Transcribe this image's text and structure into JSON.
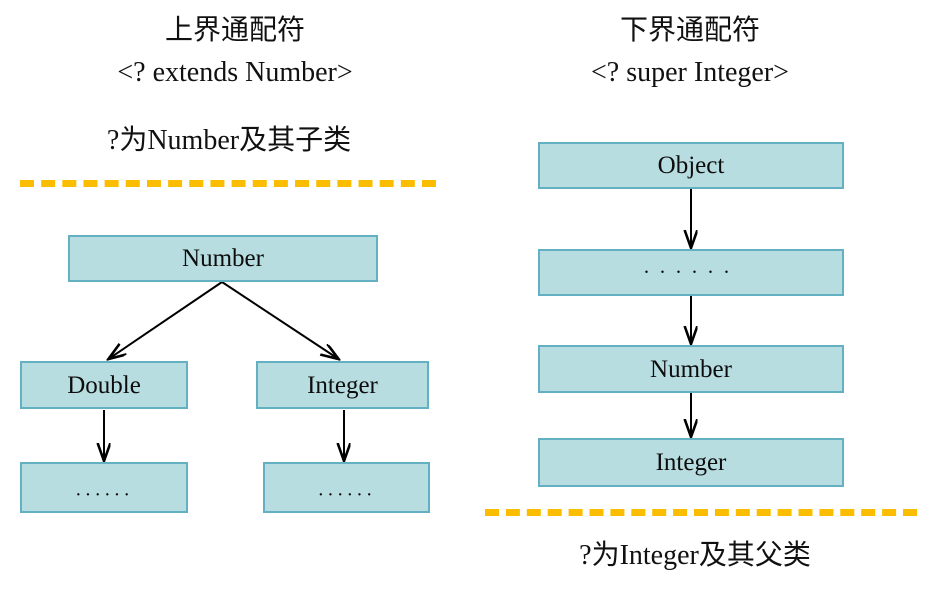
{
  "left": {
    "title_line1": "上界通配符",
    "title_line2": "<? extends Number>",
    "subtitle": "?为Number及其子类",
    "divider_color": "#fbbd00",
    "nodes": {
      "root": "Number",
      "child_left": "Double",
      "child_right": "Integer",
      "leaf_left": "······",
      "leaf_right": "······"
    }
  },
  "right": {
    "title_line1": "下界通配符",
    "title_line2": "<? super Integer>",
    "subtitle": "?为Integer及其父类",
    "divider_color": "#fbbd00",
    "nodes": {
      "level1": "Object",
      "level2": "······",
      "level3": "Number",
      "level4": "Integer"
    }
  },
  "style": {
    "box_fill": "#b7dde1",
    "box_border": "#62b0c2",
    "arrow_color": "#000000",
    "text_color": "#0d0d0d",
    "background": "#ffffff"
  }
}
